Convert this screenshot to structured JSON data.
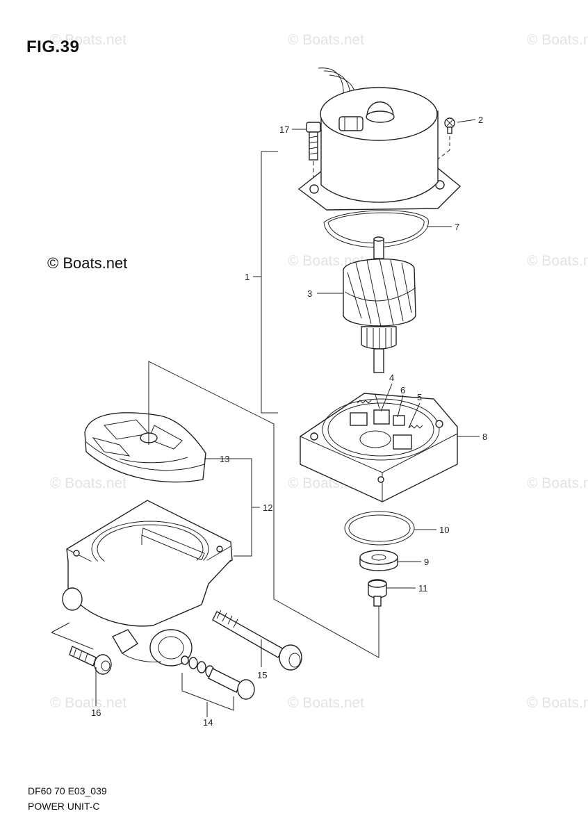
{
  "figure": {
    "title": "FIG.39"
  },
  "watermarks": {
    "text": "© Boats.net",
    "main_copyright": "© Boats.net"
  },
  "footer": {
    "code": "DF60 70 E03_039",
    "caption": "POWER UNIT-C"
  },
  "callouts": [
    "1",
    "2",
    "3",
    "4",
    "5",
    "6",
    "7",
    "8",
    "9",
    "10",
    "11",
    "12",
    "13",
    "14",
    "15",
    "16",
    "17"
  ],
  "colors": {
    "line": "#222222",
    "watermark": "#e3e3e3",
    "background": "#ffffff"
  }
}
